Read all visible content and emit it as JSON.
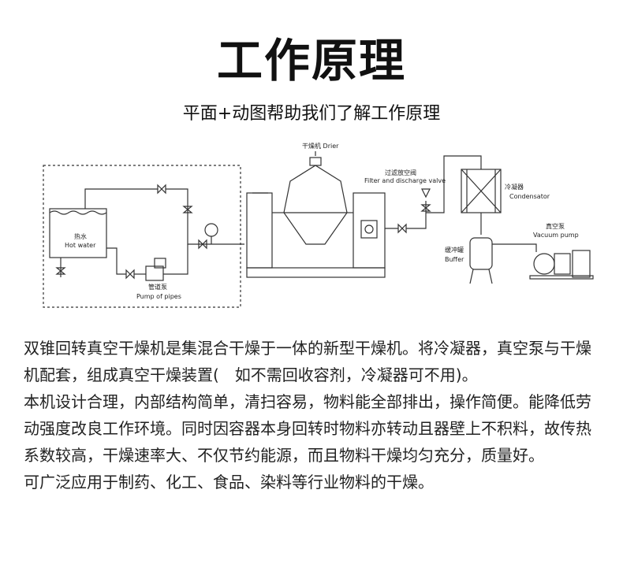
{
  "title": "工作原理",
  "subtitle": "平面+动图帮助我们了解工作原理",
  "diagram": {
    "dryer_label": "干燥机 Drier",
    "filter_cn": "过滤放空阀",
    "filter_en": "Filter and discharge valve",
    "condenser_cn": "冷凝器",
    "condenser_en": "Condensator",
    "vacuum_cn": "真空泵",
    "vacuum_en": "Vacuum pump",
    "buffer_cn": "缓冲罐",
    "buffer_en": "Buffer",
    "hotwater_cn": "热水",
    "hotwater_en": "Hot water",
    "pump_cn": "管道泵",
    "pump_en": "Pump of pipes"
  },
  "paragraphs": [
    "双锥回转真空干燥机是集混合干燥于一体的新型干燥机。将冷凝器，真空泵与干燥机配套，组成真空干燥装置(　如不需回收容剂，冷凝器可不用)。",
    "本机设计合理，内部结构简单，清扫容易，物料能全部排出，操作简便。能降低劳动强度改良工作环境。同时因容器本身回转时物料亦转动且器壁上不积料，故传热系数较高，干燥速率大、不仅节约能源，而且物料干燥均匀充分，质量好。",
    "可广泛应用于制药、化工、食品、染料等行业物料的干燥。"
  ]
}
